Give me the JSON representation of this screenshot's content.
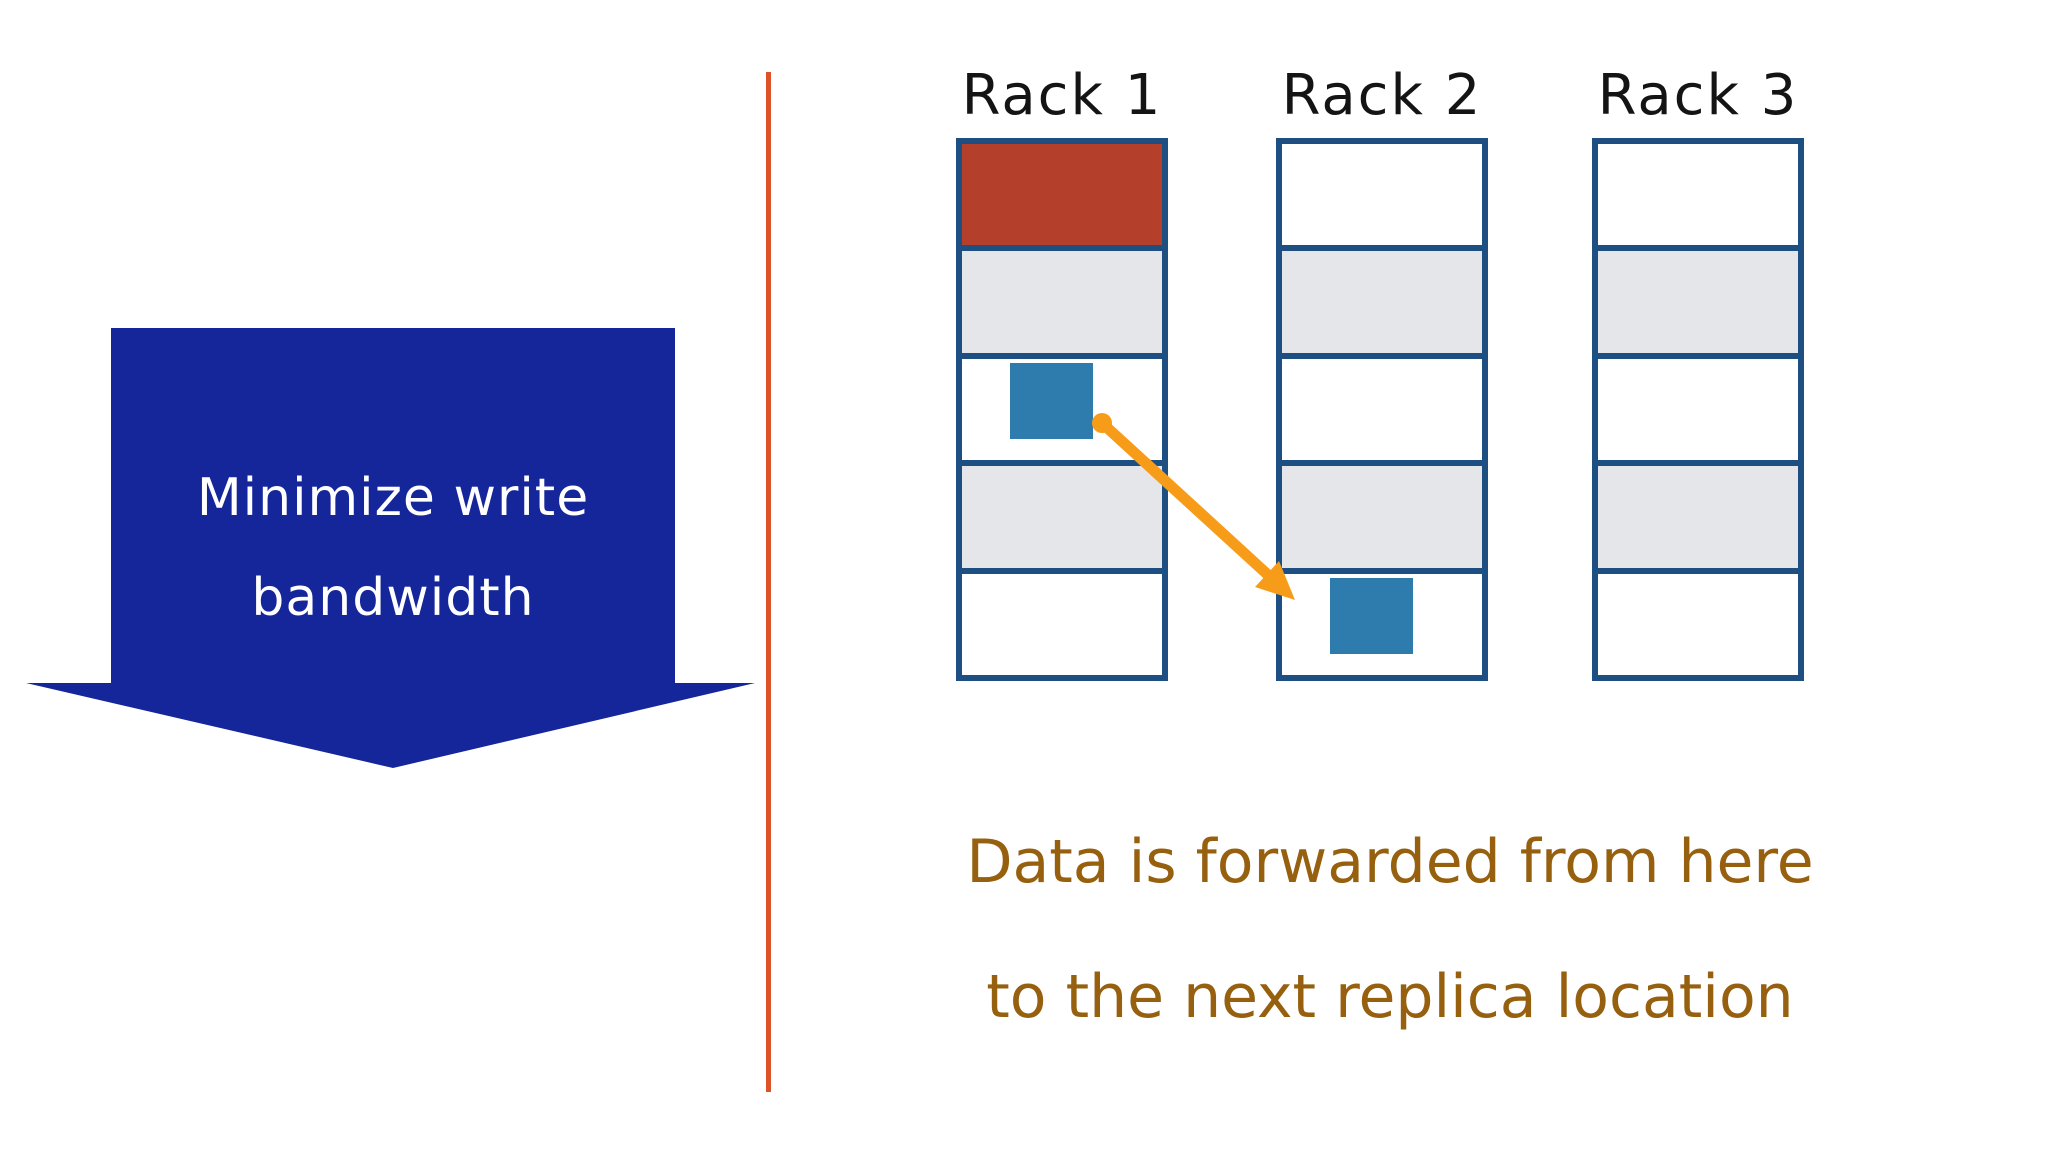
{
  "banner": {
    "lines": [
      "Minimize write",
      "bandwidth"
    ]
  },
  "racks": [
    {
      "label": "Rack 1",
      "cells": [
        {
          "fill": "red",
          "block": false
        },
        {
          "fill": "gray",
          "block": false
        },
        {
          "fill": "white",
          "block": true
        },
        {
          "fill": "gray",
          "block": false
        },
        {
          "fill": "white",
          "block": false
        }
      ]
    },
    {
      "label": "Rack 2",
      "cells": [
        {
          "fill": "white",
          "block": false
        },
        {
          "fill": "gray",
          "block": false
        },
        {
          "fill": "white",
          "block": false
        },
        {
          "fill": "gray",
          "block": false
        },
        {
          "fill": "white",
          "block": true
        }
      ]
    },
    {
      "label": "Rack 3",
      "cells": [
        {
          "fill": "white",
          "block": false
        },
        {
          "fill": "gray",
          "block": false
        },
        {
          "fill": "white",
          "block": false
        },
        {
          "fill": "gray",
          "block": false
        },
        {
          "fill": "white",
          "block": false
        }
      ]
    }
  ],
  "caption": {
    "lines": [
      "Data is forwarded from here",
      "to the next replica location"
    ]
  },
  "colors": {
    "banner_bg": "#15269b",
    "banner_text": "#ffffff",
    "divider": "#dd5226",
    "rack_border": "#1e4f82",
    "cell_gray": "#e4e6ea",
    "cell_white": "#ffffff",
    "cell_red": "#b4402c",
    "block_blue": "#2e7cad",
    "arrow": "#f79c18",
    "caption_text": "#96600f",
    "label_text": "#141414"
  }
}
